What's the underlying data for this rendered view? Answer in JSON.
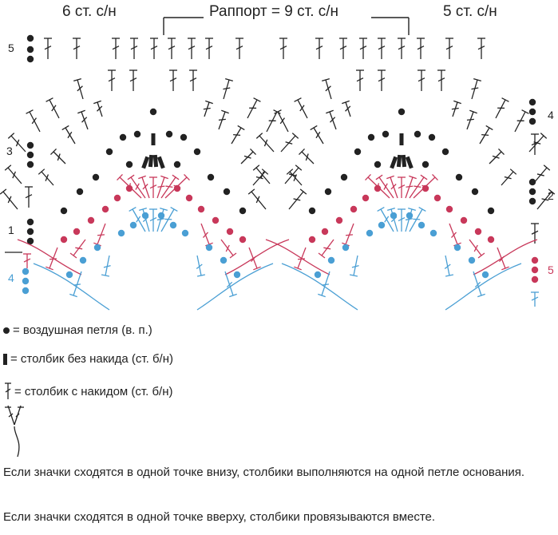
{
  "header": {
    "left": "6 ст. с/н",
    "center": "Раппорт = 9 ст. с/н",
    "right": "5 ст. с/н"
  },
  "row_numbers": {
    "left": [
      {
        "label": "5",
        "color": "#222222"
      },
      {
        "label": "3",
        "color": "#222222"
      },
      {
        "label": "1",
        "color": "#222222"
      },
      {
        "label": "4",
        "color": "#4a9fd4"
      }
    ],
    "right": [
      {
        "label": "4",
        "color": "#222222"
      },
      {
        "label": "2",
        "color": "#222222"
      },
      {
        "label": "5",
        "color": "#c8385a"
      }
    ]
  },
  "colors": {
    "black": "#222222",
    "red": "#c8385a",
    "blue": "#4a9fd4"
  },
  "legend": [
    {
      "icon": "chain-dot",
      "text": "= воздушная петля (в. п.)"
    },
    {
      "icon": "sc-bar",
      "text": "= столбик без накида (ст. б/н)"
    },
    {
      "icon": "dc-cross",
      "text": "= столбик с накидом (ст. б/н)"
    }
  ],
  "notes": [
    "Если значки сходятся в одной точке внизу, столбики выполняются на одной петле основания.",
    "Если значки сходятся в одной точке вверху, столбики провязываются вместе."
  ]
}
